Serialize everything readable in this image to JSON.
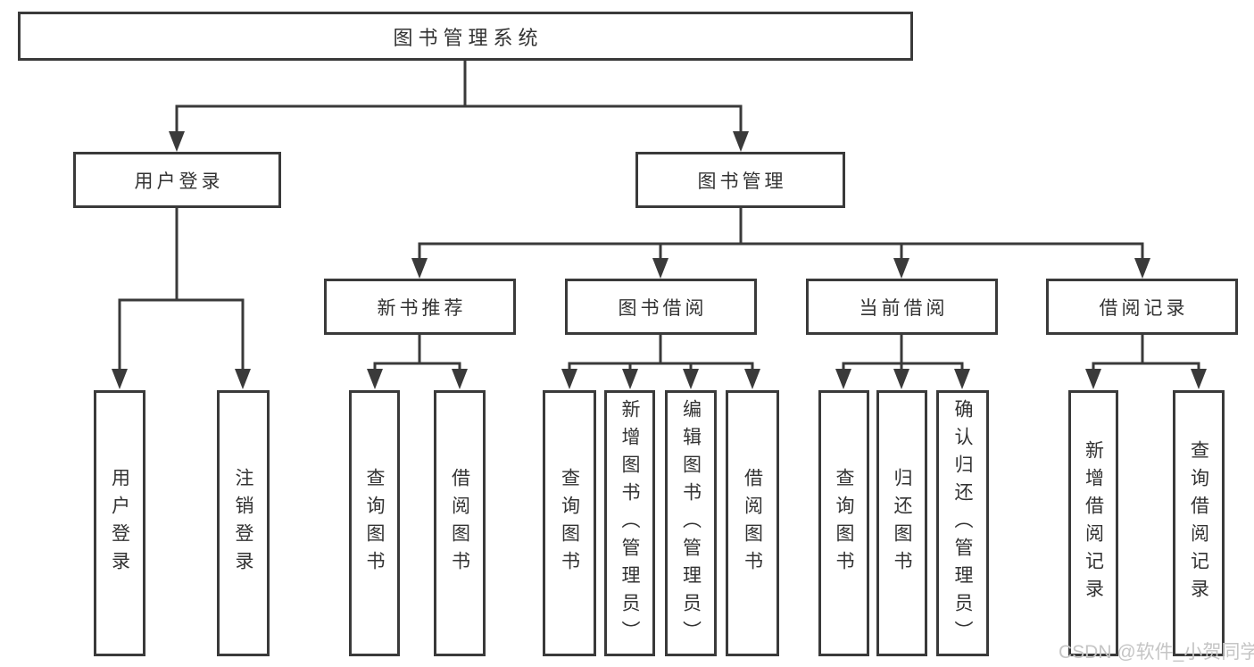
{
  "nodes": {
    "root": "图书管理系统",
    "level2": [
      "用户登录",
      "图书管理"
    ],
    "level3": [
      "新书推荐",
      "图书借阅",
      "当前借阅",
      "借阅记录"
    ],
    "user_children": [
      "用户登录",
      "注销登录"
    ],
    "recommend_children": [
      "查询图书",
      "借阅图书"
    ],
    "borrow_children": [
      "查询图书",
      "新增图书（管理员）",
      "编辑图书（管理员）",
      "借阅图书"
    ],
    "current_children": [
      "查询图书",
      "归还图书",
      "确认归还（管理员）"
    ],
    "record_children": [
      "新增借阅记录",
      "查询借阅记录"
    ]
  },
  "watermark": "CSDN @软件_小贺同学",
  "colors": {
    "line": "#3a3a3a",
    "box_border": "#3a3a3a",
    "text": "#333333",
    "watermark": "#c5c5c5",
    "background": "#ffffff"
  }
}
